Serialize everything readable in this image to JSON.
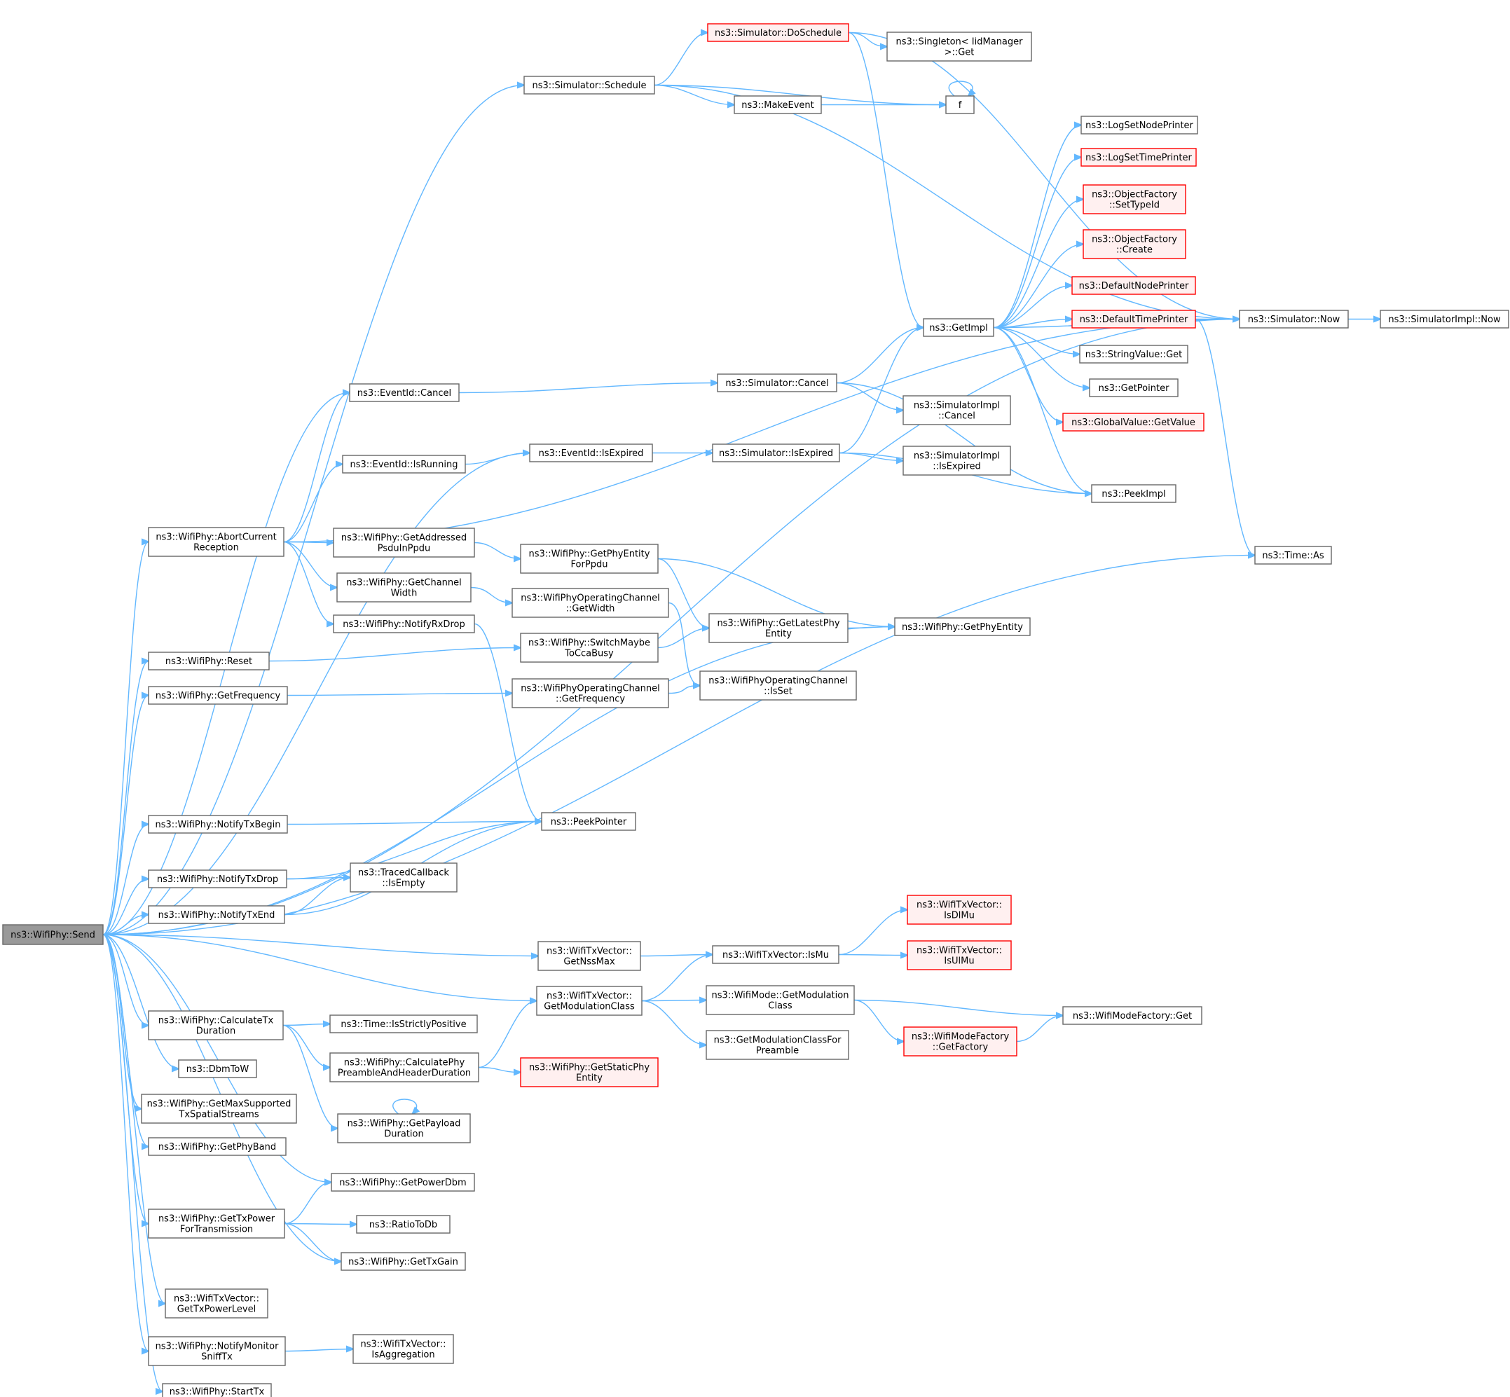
{
  "colors": {
    "edge": "#63b8ff",
    "node_border": "#666666",
    "node_fill": "#ffffff",
    "root_fill": "#999999",
    "root_border": "#666666",
    "truncated_border": "#ff0000",
    "truncated_fill": "#fff0f0"
  },
  "nodes": [
    {
      "id": "send",
      "label": [
        "ns3::WifiPhy::Send"
      ],
      "style": "root"
    },
    {
      "id": "schedule",
      "label": [
        "ns3::Simulator::Schedule"
      ],
      "style": "normal"
    },
    {
      "id": "doschedule",
      "label": [
        "ns3::Simulator::DoSchedule"
      ],
      "style": "truncated"
    },
    {
      "id": "singleton",
      "label": [
        "ns3::Singleton< IidManager",
        ">::Get"
      ],
      "style": "normal"
    },
    {
      "id": "makeevent",
      "label": [
        "ns3::MakeEvent"
      ],
      "style": "normal"
    },
    {
      "id": "f",
      "label": [
        "f"
      ],
      "style": "normal"
    },
    {
      "id": "lognode",
      "label": [
        "ns3::LogSetNodePrinter"
      ],
      "style": "normal"
    },
    {
      "id": "logtime",
      "label": [
        "ns3::LogSetTimePrinter"
      ],
      "style": "truncated"
    },
    {
      "id": "ofsettype",
      "label": [
        "ns3::ObjectFactory",
        "::SetTypeId"
      ],
      "style": "truncated"
    },
    {
      "id": "ofcreate",
      "label": [
        "ns3::ObjectFactory",
        "::Create"
      ],
      "style": "truncated"
    },
    {
      "id": "defnode",
      "label": [
        "ns3::DefaultNodePrinter"
      ],
      "style": "truncated"
    },
    {
      "id": "deftime",
      "label": [
        "ns3::DefaultTimePrinter"
      ],
      "style": "truncated"
    },
    {
      "id": "getimpl",
      "label": [
        "ns3::GetImpl"
      ],
      "style": "normal"
    },
    {
      "id": "simnow",
      "label": [
        "ns3::Simulator::Now"
      ],
      "style": "normal"
    },
    {
      "id": "simimplnow",
      "label": [
        "ns3::SimulatorImpl::Now"
      ],
      "style": "normal"
    },
    {
      "id": "stringget",
      "label": [
        "ns3::StringValue::Get"
      ],
      "style": "normal"
    },
    {
      "id": "getpointer",
      "label": [
        "ns3::GetPointer"
      ],
      "style": "normal"
    },
    {
      "id": "globalget",
      "label": [
        "ns3::GlobalValue::GetValue"
      ],
      "style": "truncated"
    },
    {
      "id": "eventcancel",
      "label": [
        "ns3::EventId::Cancel"
      ],
      "style": "normal"
    },
    {
      "id": "simcancel",
      "label": [
        "ns3::Simulator::Cancel"
      ],
      "style": "normal"
    },
    {
      "id": "simimplcancel",
      "label": [
        "ns3::SimulatorImpl",
        "::Cancel"
      ],
      "style": "normal"
    },
    {
      "id": "isrunning",
      "label": [
        "ns3::EventId::IsRunning"
      ],
      "style": "normal"
    },
    {
      "id": "eventisexpired",
      "label": [
        "ns3::EventId::IsExpired"
      ],
      "style": "normal"
    },
    {
      "id": "simisexpired",
      "label": [
        "ns3::Simulator::IsExpired"
      ],
      "style": "normal"
    },
    {
      "id": "simimplisexpired",
      "label": [
        "ns3::SimulatorImpl",
        "::IsExpired"
      ],
      "style": "normal"
    },
    {
      "id": "peekimpl",
      "label": [
        "ns3::PeekImpl"
      ],
      "style": "normal"
    },
    {
      "id": "abort",
      "label": [
        "ns3::WifiPhy::AbortCurrent",
        "Reception"
      ],
      "style": "normal"
    },
    {
      "id": "getaddr",
      "label": [
        "ns3::WifiPhy::GetAddressed",
        "PsduInPpdu"
      ],
      "style": "normal"
    },
    {
      "id": "getphyentityppdu",
      "label": [
        "ns3::WifiPhy::GetPhyEntity",
        "ForPpdu"
      ],
      "style": "normal"
    },
    {
      "id": "timeas",
      "label": [
        "ns3::Time::As"
      ],
      "style": "normal"
    },
    {
      "id": "getchwidth",
      "label": [
        "ns3::WifiPhy::GetChannel",
        "Width"
      ],
      "style": "normal"
    },
    {
      "id": "opchgetwidth",
      "label": [
        "ns3::WifiPhyOperatingChannel",
        "::GetWidth"
      ],
      "style": "normal"
    },
    {
      "id": "notifyrxdrop",
      "label": [
        "ns3::WifiPhy::NotifyRxDrop"
      ],
      "style": "normal"
    },
    {
      "id": "getlatest",
      "label": [
        "ns3::WifiPhy::GetLatestPhy",
        "Entity"
      ],
      "style": "normal"
    },
    {
      "id": "getphyentity",
      "label": [
        "ns3::WifiPhy::GetPhyEntity"
      ],
      "style": "normal"
    },
    {
      "id": "reset",
      "label": [
        "ns3::WifiPhy::Reset"
      ],
      "style": "normal"
    },
    {
      "id": "switchcca",
      "label": [
        "ns3::WifiPhy::SwitchMaybe",
        "ToCcaBusy"
      ],
      "style": "normal"
    },
    {
      "id": "getfreq",
      "label": [
        "ns3::WifiPhy::GetFrequency"
      ],
      "style": "normal"
    },
    {
      "id": "opchgetfreq",
      "label": [
        "ns3::WifiPhyOperatingChannel",
        "::GetFrequency"
      ],
      "style": "normal"
    },
    {
      "id": "opchisset",
      "label": [
        "ns3::WifiPhyOperatingChannel",
        "::IsSet"
      ],
      "style": "normal"
    },
    {
      "id": "notifytxbegin",
      "label": [
        "ns3::WifiPhy::NotifyTxBegin"
      ],
      "style": "normal"
    },
    {
      "id": "peekpointer",
      "label": [
        "ns3::PeekPointer"
      ],
      "style": "normal"
    },
    {
      "id": "notifytxdrop",
      "label": [
        "ns3::WifiPhy::NotifyTxDrop"
      ],
      "style": "normal"
    },
    {
      "id": "tracedempty",
      "label": [
        "ns3::TracedCallback",
        "::IsEmpty"
      ],
      "style": "normal"
    },
    {
      "id": "notifytxend",
      "label": [
        "ns3::WifiPhy::NotifyTxEnd"
      ],
      "style": "normal"
    },
    {
      "id": "isdlmu",
      "label": [
        "ns3::WifiTxVector::",
        "IsDlMu"
      ],
      "style": "truncated"
    },
    {
      "id": "getnssmax",
      "label": [
        "ns3::WifiTxVector::",
        "GetNssMax"
      ],
      "style": "normal"
    },
    {
      "id": "ismu",
      "label": [
        "ns3::WifiTxVector::IsMu"
      ],
      "style": "normal"
    },
    {
      "id": "isulmu",
      "label": [
        "ns3::WifiTxVector::",
        "IsUlMu"
      ],
      "style": "truncated"
    },
    {
      "id": "txvecgetmod",
      "label": [
        "ns3::WifiTxVector::",
        "GetModulationClass"
      ],
      "style": "normal"
    },
    {
      "id": "modegetmod",
      "label": [
        "ns3::WifiMode::GetModulation",
        "Class"
      ],
      "style": "normal"
    },
    {
      "id": "modefactoryget",
      "label": [
        "ns3::WifiModeFactory::Get"
      ],
      "style": "normal"
    },
    {
      "id": "getfactory",
      "label": [
        "ns3::WifiModeFactory",
        "::GetFactory"
      ],
      "style": "truncated"
    },
    {
      "id": "getmodpreamble",
      "label": [
        "ns3::GetModulationClassFor",
        "Preamble"
      ],
      "style": "normal"
    },
    {
      "id": "calctx",
      "label": [
        "ns3::WifiPhy::CalculateTx",
        "Duration"
      ],
      "style": "normal"
    },
    {
      "id": "strictpos",
      "label": [
        "ns3::Time::IsStrictlyPositive"
      ],
      "style": "normal"
    },
    {
      "id": "calcpreamble",
      "label": [
        "ns3::WifiPhy::CalculatePhy",
        "PreambleAndHeaderDuration"
      ],
      "style": "normal"
    },
    {
      "id": "getstatic",
      "label": [
        "ns3::WifiPhy::GetStaticPhy",
        "Entity"
      ],
      "style": "truncated"
    },
    {
      "id": "dbmtow",
      "label": [
        "ns3::DbmToW"
      ],
      "style": "normal"
    },
    {
      "id": "getmaxss",
      "label": [
        "ns3::WifiPhy::GetMaxSupported",
        "TxSpatialStreams"
      ],
      "style": "normal"
    },
    {
      "id": "getpayload",
      "label": [
        "ns3::WifiPhy::GetPayload",
        "Duration"
      ],
      "style": "normal"
    },
    {
      "id": "getphyband",
      "label": [
        "ns3::WifiPhy::GetPhyBand"
      ],
      "style": "normal"
    },
    {
      "id": "getpowerdbm",
      "label": [
        "ns3::WifiPhy::GetPowerDbm"
      ],
      "style": "normal"
    },
    {
      "id": "gettxpower",
      "label": [
        "ns3::WifiPhy::GetTxPower",
        "ForTransmission"
      ],
      "style": "normal"
    },
    {
      "id": "ratiotodb",
      "label": [
        "ns3::RatioToDb"
      ],
      "style": "normal"
    },
    {
      "id": "gettxgain",
      "label": [
        "ns3::WifiPhy::GetTxGain"
      ],
      "style": "normal"
    },
    {
      "id": "gettxpowerlevel",
      "label": [
        "ns3::WifiTxVector::",
        "GetTxPowerLevel"
      ],
      "style": "normal"
    },
    {
      "id": "notifymonitor",
      "label": [
        "ns3::WifiPhy::NotifyMonitor",
        "SniffTx"
      ],
      "style": "normal"
    },
    {
      "id": "isaggregation",
      "label": [
        "ns3::WifiTxVector::",
        "IsAggregation"
      ],
      "style": "normal"
    },
    {
      "id": "starttx",
      "label": [
        "ns3::WifiPhy::StartTx"
      ],
      "style": "normal"
    }
  ],
  "edges": [
    [
      "send",
      "schedule"
    ],
    [
      "send",
      "simnow"
    ],
    [
      "send",
      "eventcancel"
    ],
    [
      "send",
      "eventisexpired"
    ],
    [
      "send",
      "abort"
    ],
    [
      "send",
      "reset"
    ],
    [
      "send",
      "getfreq"
    ],
    [
      "send",
      "getphyentity"
    ],
    [
      "send",
      "timeas"
    ],
    [
      "send",
      "notifytxbegin"
    ],
    [
      "send",
      "notifytxdrop"
    ],
    [
      "send",
      "notifytxend"
    ],
    [
      "send",
      "getnssmax"
    ],
    [
      "send",
      "txvecgetmod"
    ],
    [
      "send",
      "calctx"
    ],
    [
      "send",
      "dbmtow"
    ],
    [
      "send",
      "getmaxss"
    ],
    [
      "send",
      "getphyband"
    ],
    [
      "send",
      "getpowerdbm"
    ],
    [
      "send",
      "gettxpower"
    ],
    [
      "send",
      "gettxgain"
    ],
    [
      "send",
      "gettxpowerlevel"
    ],
    [
      "send",
      "notifymonitor"
    ],
    [
      "send",
      "starttx"
    ],
    [
      "schedule",
      "doschedule"
    ],
    [
      "schedule",
      "f"
    ],
    [
      "schedule",
      "makeevent"
    ],
    [
      "schedule",
      "simnow"
    ],
    [
      "doschedule",
      "singleton"
    ],
    [
      "doschedule",
      "getimpl"
    ],
    [
      "doschedule",
      "simnow"
    ],
    [
      "makeevent",
      "f"
    ],
    [
      "f",
      "f"
    ],
    [
      "getimpl",
      "lognode"
    ],
    [
      "getimpl",
      "logtime"
    ],
    [
      "getimpl",
      "ofsettype"
    ],
    [
      "getimpl",
      "ofcreate"
    ],
    [
      "getimpl",
      "defnode"
    ],
    [
      "getimpl",
      "deftime"
    ],
    [
      "getimpl",
      "stringget"
    ],
    [
      "getimpl",
      "getpointer"
    ],
    [
      "getimpl",
      "globalget"
    ],
    [
      "getimpl",
      "peekimpl"
    ],
    [
      "getimpl",
      "simnow"
    ],
    [
      "deftime",
      "simnow"
    ],
    [
      "deftime",
      "timeas"
    ],
    [
      "simnow",
      "simimplnow"
    ],
    [
      "eventcancel",
      "simcancel"
    ],
    [
      "simcancel",
      "getimpl"
    ],
    [
      "simcancel",
      "simimplcancel"
    ],
    [
      "simcancel",
      "peekimpl"
    ],
    [
      "isrunning",
      "eventisexpired"
    ],
    [
      "eventisexpired",
      "simisexpired"
    ],
    [
      "simisexpired",
      "getimpl"
    ],
    [
      "simisexpired",
      "simimplisexpired"
    ],
    [
      "simisexpired",
      "peekimpl"
    ],
    [
      "abort",
      "eventcancel"
    ],
    [
      "abort",
      "isrunning"
    ],
    [
      "abort",
      "simnow"
    ],
    [
      "abort",
      "getaddr"
    ],
    [
      "abort",
      "getchwidth"
    ],
    [
      "abort",
      "notifyrxdrop"
    ],
    [
      "getaddr",
      "getphyentityppdu"
    ],
    [
      "getphyentityppdu",
      "getlatest"
    ],
    [
      "getphyentityppdu",
      "getphyentity"
    ],
    [
      "getchwidth",
      "opchgetwidth"
    ],
    [
      "opchgetwidth",
      "opchisset"
    ],
    [
      "getlatest",
      "getphyentity"
    ],
    [
      "notifyrxdrop",
      "peekpointer"
    ],
    [
      "reset",
      "switchcca"
    ],
    [
      "switchcca",
      "getlatest"
    ],
    [
      "getfreq",
      "opchgetfreq"
    ],
    [
      "opchgetfreq",
      "opchisset"
    ],
    [
      "notifytxbegin",
      "peekpointer"
    ],
    [
      "notifytxdrop",
      "peekpointer"
    ],
    [
      "notifytxdrop",
      "tracedempty"
    ],
    [
      "notifytxend",
      "tracedempty"
    ],
    [
      "notifytxend",
      "peekpointer"
    ],
    [
      "getnssmax",
      "ismu"
    ],
    [
      "ismu",
      "isdlmu"
    ],
    [
      "ismu",
      "isulmu"
    ],
    [
      "txvecgetmod",
      "ismu"
    ],
    [
      "txvecgetmod",
      "modegetmod"
    ],
    [
      "txvecgetmod",
      "getmodpreamble"
    ],
    [
      "modegetmod",
      "modefactoryget"
    ],
    [
      "modegetmod",
      "getfactory"
    ],
    [
      "getfactory",
      "modefactoryget"
    ],
    [
      "calctx",
      "strictpos"
    ],
    [
      "calctx",
      "calcpreamble"
    ],
    [
      "calctx",
      "getpayload"
    ],
    [
      "calcpreamble",
      "txvecgetmod"
    ],
    [
      "calcpreamble",
      "getstatic"
    ],
    [
      "getpayload",
      "getpayload"
    ],
    [
      "gettxpower",
      "getpowerdbm"
    ],
    [
      "gettxpower",
      "ratiotodb"
    ],
    [
      "gettxpower",
      "gettxgain"
    ],
    [
      "notifymonitor",
      "isaggregation"
    ]
  ]
}
